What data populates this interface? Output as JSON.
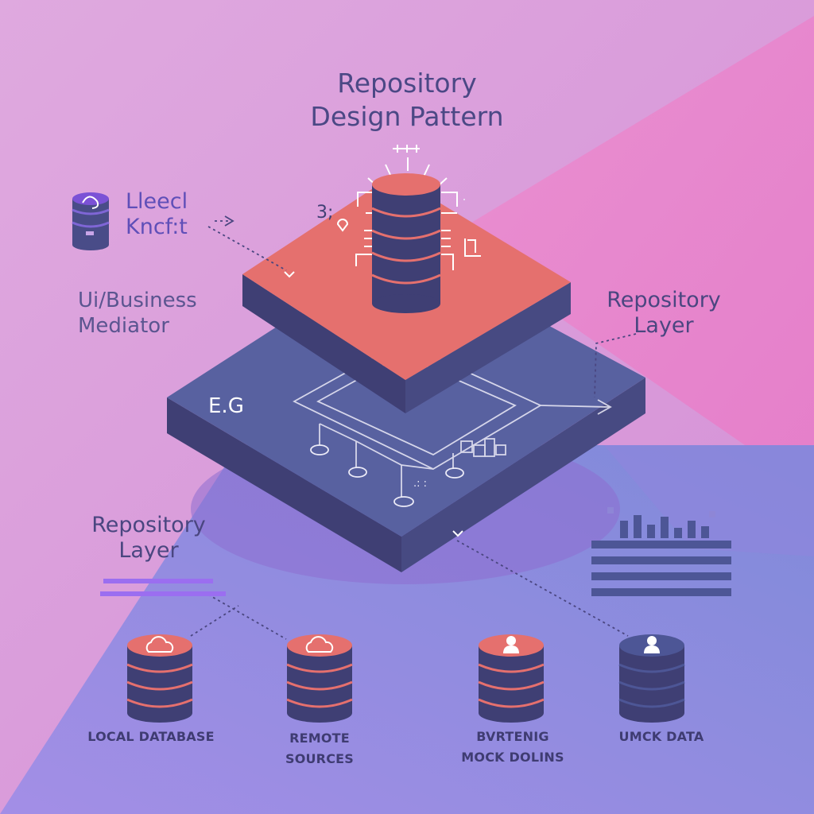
{
  "title": {
    "line1": "Repository",
    "line2": "Design Pattern"
  },
  "left_icon_label": {
    "line1": "Lleecl",
    "line2": "Kncf:t"
  },
  "mediator_label": {
    "line1": "Ui/Business",
    "line2": "Mediator"
  },
  "right_label": {
    "line1": "Repository",
    "line2": "Layer"
  },
  "middle_layer_label": "E.G",
  "left_layer_label": {
    "line1": "Repository",
    "line2": "Layer"
  },
  "top_stray_text": "3;",
  "data_sources": [
    {
      "line1": "LOCAL DATABASE",
      "line2": "",
      "icon": "cloud-icon",
      "color": "#e5706e"
    },
    {
      "line1": "REMOTE",
      "line2": "SOURCES",
      "icon": "cloud-icon",
      "color": "#e5706e"
    },
    {
      "line1": "BVRTENIG",
      "line2": "MOCK DOLINS",
      "icon": "user-icon",
      "color": "#e5706e"
    },
    {
      "line1": "UMCK DATA",
      "line2": "",
      "icon": "user-icon",
      "color": "#4d5696"
    }
  ],
  "colors": {
    "coral": "#e5706e",
    "navy": "#3f3f74",
    "slate": "#51579a",
    "pink_bg": "#dfa6dc",
    "violet_bg": "#8c87dd"
  }
}
